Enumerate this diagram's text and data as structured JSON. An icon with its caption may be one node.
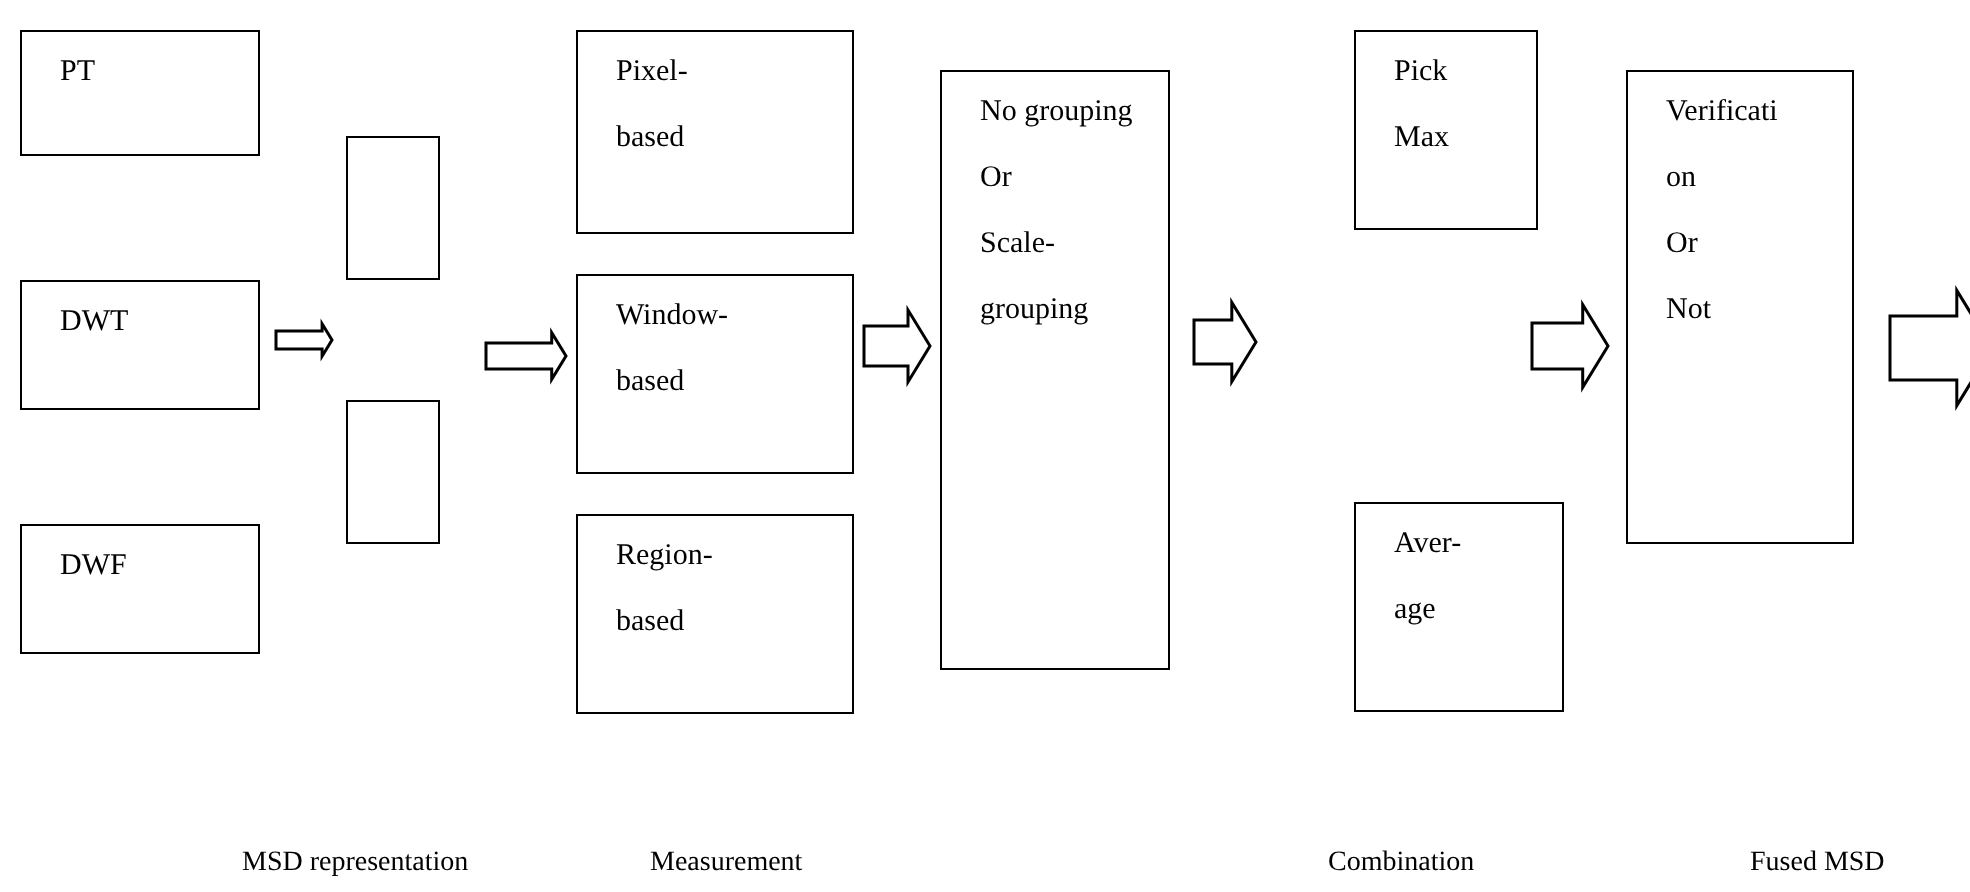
{
  "diagram": {
    "nodes": [
      {
        "text": [
          "PT"
        ]
      },
      {
        "text": [
          "DWT"
        ]
      },
      {
        "text": [
          "DWF"
        ]
      },
      {
        "text": [],
        "shape": "box"
      },
      {
        "text": [],
        "shape": "box"
      },
      {
        "text": [
          "Pixel- based"
        ]
      },
      {
        "text": [
          "Window- based"
        ]
      },
      {
        "text": [
          "Region- based"
        ]
      },
      {
        "text": [
          "No grouping",
          "Or",
          "Scale- grouping"
        ]
      },
      {
        "text": [
          "Pick Max"
        ]
      },
      {
        "text": [
          "Aver- age"
        ]
      },
      {
        "text": [
          "Verificati on",
          "Or",
          "Not"
        ]
      }
    ],
    "edges": [
      {
        "from": 1,
        "to": null,
        "arrow": "to"
      },
      {
        "from": null,
        "to": 6,
        "arrow": "to"
      },
      {
        "from": 6,
        "to": 8,
        "arrow": "to"
      },
      {
        "from": 8,
        "to": null,
        "arrow": "to"
      },
      {
        "from": null,
        "to": 11,
        "arrow": "to"
      },
      {
        "from": 11,
        "to": null,
        "arrow": "to"
      }
    ],
    "labels": [
      "MSD representation",
      "Measurement",
      "Combination",
      "Fused MSD"
    ]
  }
}
